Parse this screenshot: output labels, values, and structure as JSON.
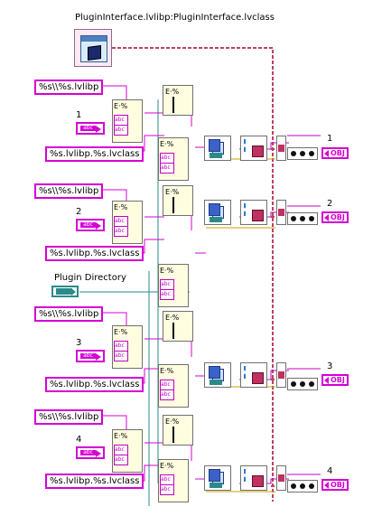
{
  "class_constant": {
    "title": "PluginInterface.lvlibp:PluginInterface.lvclass",
    "icon": "lvclass-icon"
  },
  "plugin_directory": {
    "label": "Plugin Directory",
    "icon": "path-control-icon"
  },
  "groups": [
    {
      "format1": "%s\\\\%s.lvlibp",
      "index_label": "1",
      "index_control": "abc",
      "format2": "%s.lvlibp.%s.lvclass",
      "output_label": "1",
      "output_type": "OBJ"
    },
    {
      "format1": "%s\\\\%s.lvlibp",
      "index_label": "2",
      "index_control": "abc",
      "format2": "%s.lvlibp.%s.lvclass",
      "output_label": "2",
      "output_type": "OBJ"
    },
    {
      "format1": "%s\\\\%s.lvlibp",
      "index_label": "3",
      "index_control": "abc",
      "format2": "%s.lvlibp.%s.lvclass",
      "output_label": "3",
      "output_type": "OBJ"
    },
    {
      "format1": "%s\\\\%s.lvlibp",
      "index_label": "4",
      "index_control": "abc",
      "format2": "%s.lvlibp.%s.lvclass",
      "output_label": "4",
      "output_type": "OBJ"
    }
  ],
  "node_text": {
    "format_header": "E·%",
    "scan_header": "E·%",
    "abc": "abc"
  },
  "colors": {
    "string_wire": "#d400d4",
    "class_wire": "#c04060",
    "path_wire": "#2a8a8a",
    "error_wire": "#d8c000"
  }
}
